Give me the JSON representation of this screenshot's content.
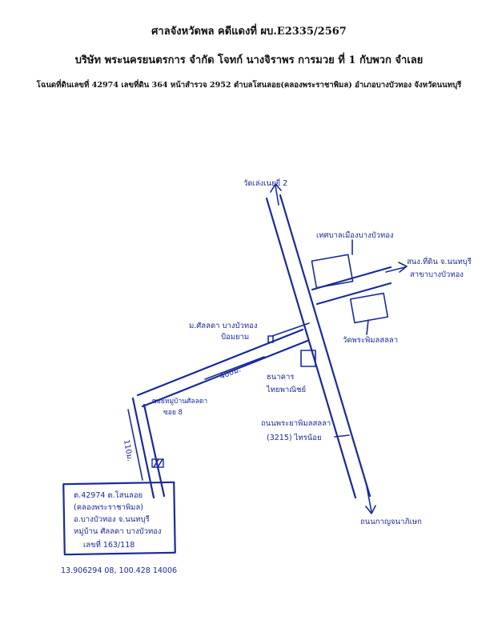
{
  "header": {
    "line1": "ศาลจังหวัดพล คดีแดงที่ ผบ.E2335/2567",
    "line2": "บริษัท พระนครยนตรการ จำกัด โจทก์ นางจิราพร การมวย ที่ 1 กับพวก จำเลย",
    "line3": "โฉนดที่ดินเลขที่ 42974 เลขที่ดิน 364 หน้าสำรวจ 2952 ตำบลโสนลอย(คลองพระราชาพิมล) อำเภอบางบัวทอง จังหวัดนนทบุรี"
  },
  "map": {
    "north_label": "วัดเล่งเนยยี่ 2",
    "building_top_label": "เทศบาลเมืองบางบัวทอง",
    "east_road_label_1": "สนง.ที่ดิน จ.นนทบุรี",
    "east_road_label_2": "สาขาบางบัวทอง",
    "building_right_label": "วัดพระพิมลสลลา",
    "village_label_1": "ม.ศัลลดา บางบัวทอง",
    "village_label_2": "ป้อมยาม",
    "distance_soi": "400ม.",
    "bank_label_1": "ธนาคาร",
    "bank_label_2": "ไทยพาณิชย์",
    "main_road_label_1": "ถนนพระยาพิมลสลลา",
    "main_road_label_2": "(3215) ไทรน้อย",
    "south_label": "ถนนกาญจนาภิเษก",
    "soi_label_1": "ซอยหมู่บ้านศัลลดา",
    "soi_label_2": "ซอย 8",
    "distance_lane": "110ม."
  },
  "info_box": {
    "line1": "ต.42974 ต.โสนลอย",
    "line2": "(คลองพระราชาพิมล)",
    "line3": "อ.บางบัวทอง จ.นนทบุรี",
    "line4": "หมู่บ้าน ศัลลดา บางบัวทอง",
    "line5": "เลขที่ 163/118"
  },
  "coordinates": "13.906294 08, 100.428 14006"
}
